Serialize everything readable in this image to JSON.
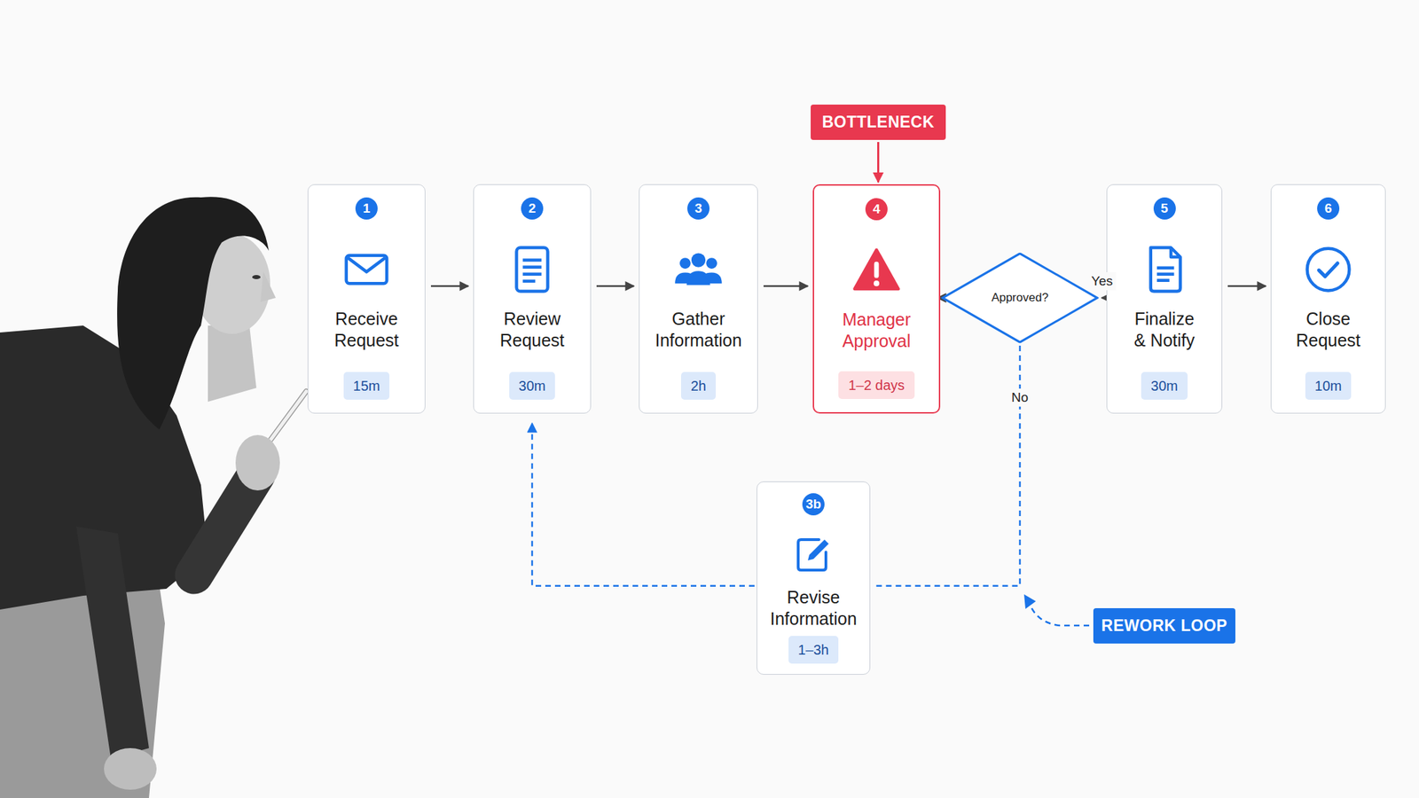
{
  "diagram": {
    "nodes": [
      {
        "text": [
          "BOTTLENECK"
        ]
      },
      {
        "text": [
          "1",
          "Receive Request",
          "15m"
        ]
      },
      {
        "text": [
          "2",
          "Review Request",
          "30m"
        ]
      },
      {
        "text": [
          "3",
          "Gather Information",
          "2h"
        ]
      },
      {
        "text": [
          "4",
          "Manager Approval",
          "1–2 days"
        ]
      },
      {
        "text": [
          "Approved?"
        ]
      },
      {
        "text": [
          "5",
          "Finalize & Notify",
          "30m"
        ]
      },
      {
        "text": [
          "6",
          "Close Request",
          "10m"
        ]
      },
      {
        "text": [
          "3b",
          "Revise Information",
          "1–3h"
        ]
      },
      {
        "text": [
          "REWORK LOOP"
        ]
      }
    ],
    "edges": [
      {
        "from": 1,
        "to": 2,
        "arrow": "to"
      },
      {
        "from": 2,
        "to": 3,
        "arrow": "to"
      },
      {
        "from": 3,
        "to": 4,
        "arrow": "to"
      },
      {
        "from": 4,
        "to": 5,
        "arrow": "to"
      },
      {
        "from": 5,
        "to": 6,
        "label": "Yes",
        "arrow": "to"
      },
      {
        "from": 6,
        "to": 7,
        "arrow": "to"
      },
      {
        "from": 0,
        "to": 4,
        "arrow": "to"
      },
      {
        "from": 5,
        "to": 8,
        "label": "No",
        "arrow": "none"
      },
      {
        "from": 8,
        "to": 2,
        "arrow": "to"
      }
    ]
  }
}
